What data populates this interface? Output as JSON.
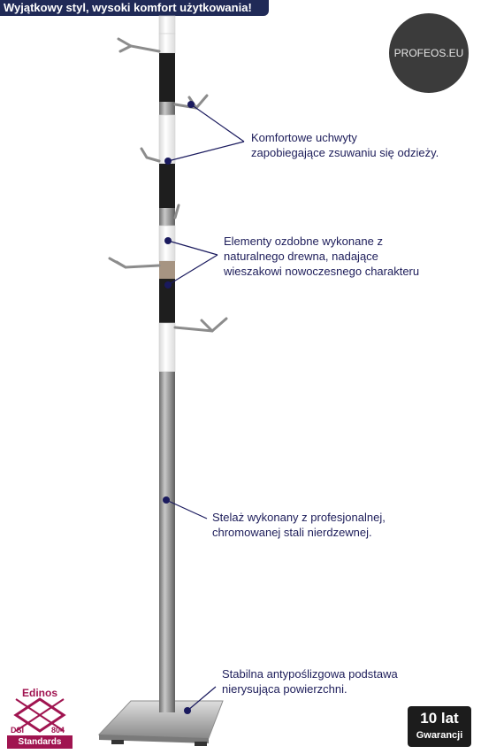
{
  "banner": "Wyjątkowy styl, wysoki komfort użytkowania!",
  "logo": "PROFEOS.EU",
  "annotations": {
    "hooks": [
      "Komfortowe uchwyty",
      "zapobiegające zsuwaniu się odzieży."
    ],
    "wood": [
      "Elementy ozdobne wykonane z",
      "naturalnego drewna, nadające",
      "wieszakowi nowoczesnego charakteru"
    ],
    "frame": [
      "Stelaż wykonany z profesjonalnej,",
      "chromowanej stali nierdzewnej."
    ],
    "base": [
      "Stabilna antypoślizgowa podstawa",
      "nierysująca powierzchni."
    ]
  },
  "edinos": {
    "title": "Edinos",
    "code_left": "DSI",
    "code_right": "804",
    "standards": "Standards"
  },
  "warranty": {
    "main": "10 lat",
    "sub": "Gwarancji"
  },
  "colors": {
    "banner": "#202a57",
    "annotation_text": "#1d1d5a",
    "marker": "#1a1a5e",
    "edinos": "#a01450"
  }
}
